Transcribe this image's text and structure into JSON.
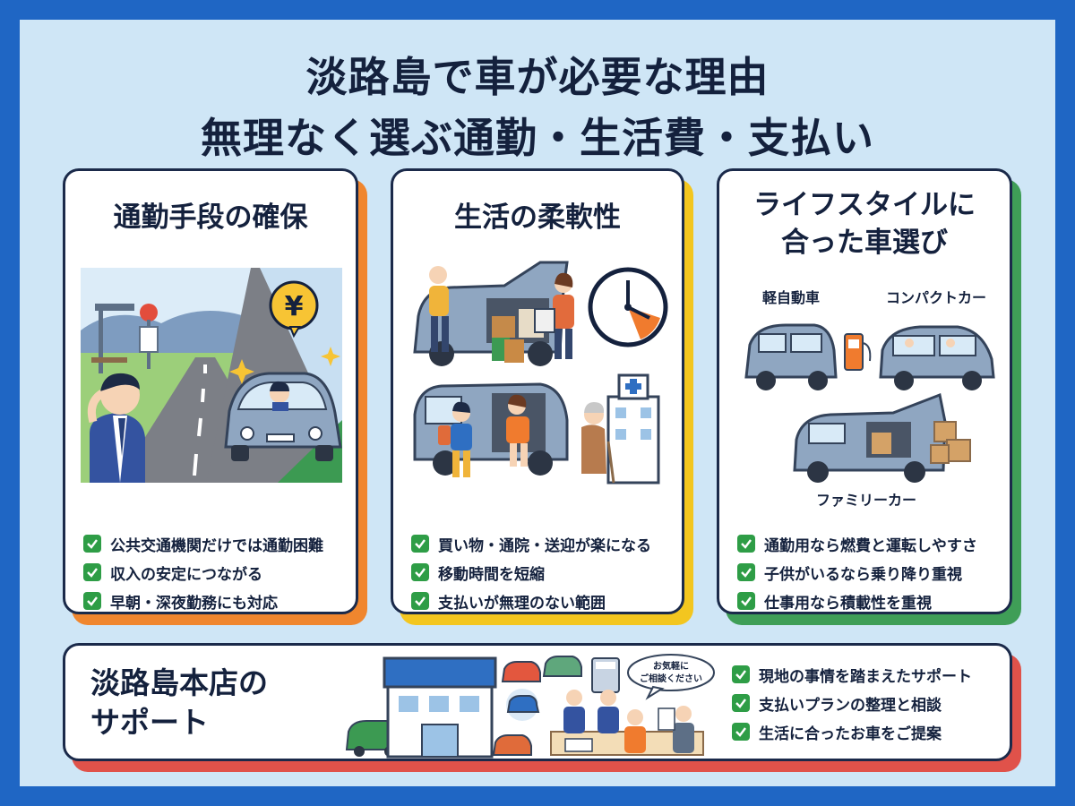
{
  "title": {
    "line1": "淡路島で車が必要な理由",
    "line2": "無理なく選ぶ通勤・生活費・支払い"
  },
  "cards": [
    {
      "title": "通勤手段の確保",
      "accent": "#f0862e",
      "items": [
        "公共交通機関だけでは通勤困難",
        "収入の安定につながる",
        "早朝・深夜勤務にも対応"
      ]
    },
    {
      "title": "生活の柔軟性",
      "accent": "#f3c61f",
      "items": [
        "買い物・通院・送迎が楽になる",
        "移動時間を短縮",
        "支払いが無理のない範囲"
      ]
    },
    {
      "title_line1": "ライフスタイルに",
      "title_line2": "合った車選び",
      "accent": "#3f9e57",
      "car_labels": {
        "kei": "軽自動車",
        "compact": "コンパクトカー",
        "family": "ファミリーカー"
      },
      "items": [
        "通勤用なら燃費と運転しやすさ",
        "子供がいるなら乗り降り重視",
        "仕事用なら積載性を重視"
      ]
    }
  ],
  "support": {
    "title_line1": "淡路島本店の",
    "title_line2": "サポート",
    "accent": "#e0524a",
    "bubble_line1": "お気軽に",
    "bubble_line2": "ご相談ください",
    "items": [
      "現地の事情を踏まえたサポート",
      "支払いプランの整理と相談",
      "生活に合ったお車をご提案"
    ]
  },
  "icons": {
    "yen": "¥"
  },
  "colors": {
    "frame": "#1f66c4",
    "background": "#cfe6f6",
    "check": "#2e9d46",
    "car": "#8fa6c1"
  }
}
